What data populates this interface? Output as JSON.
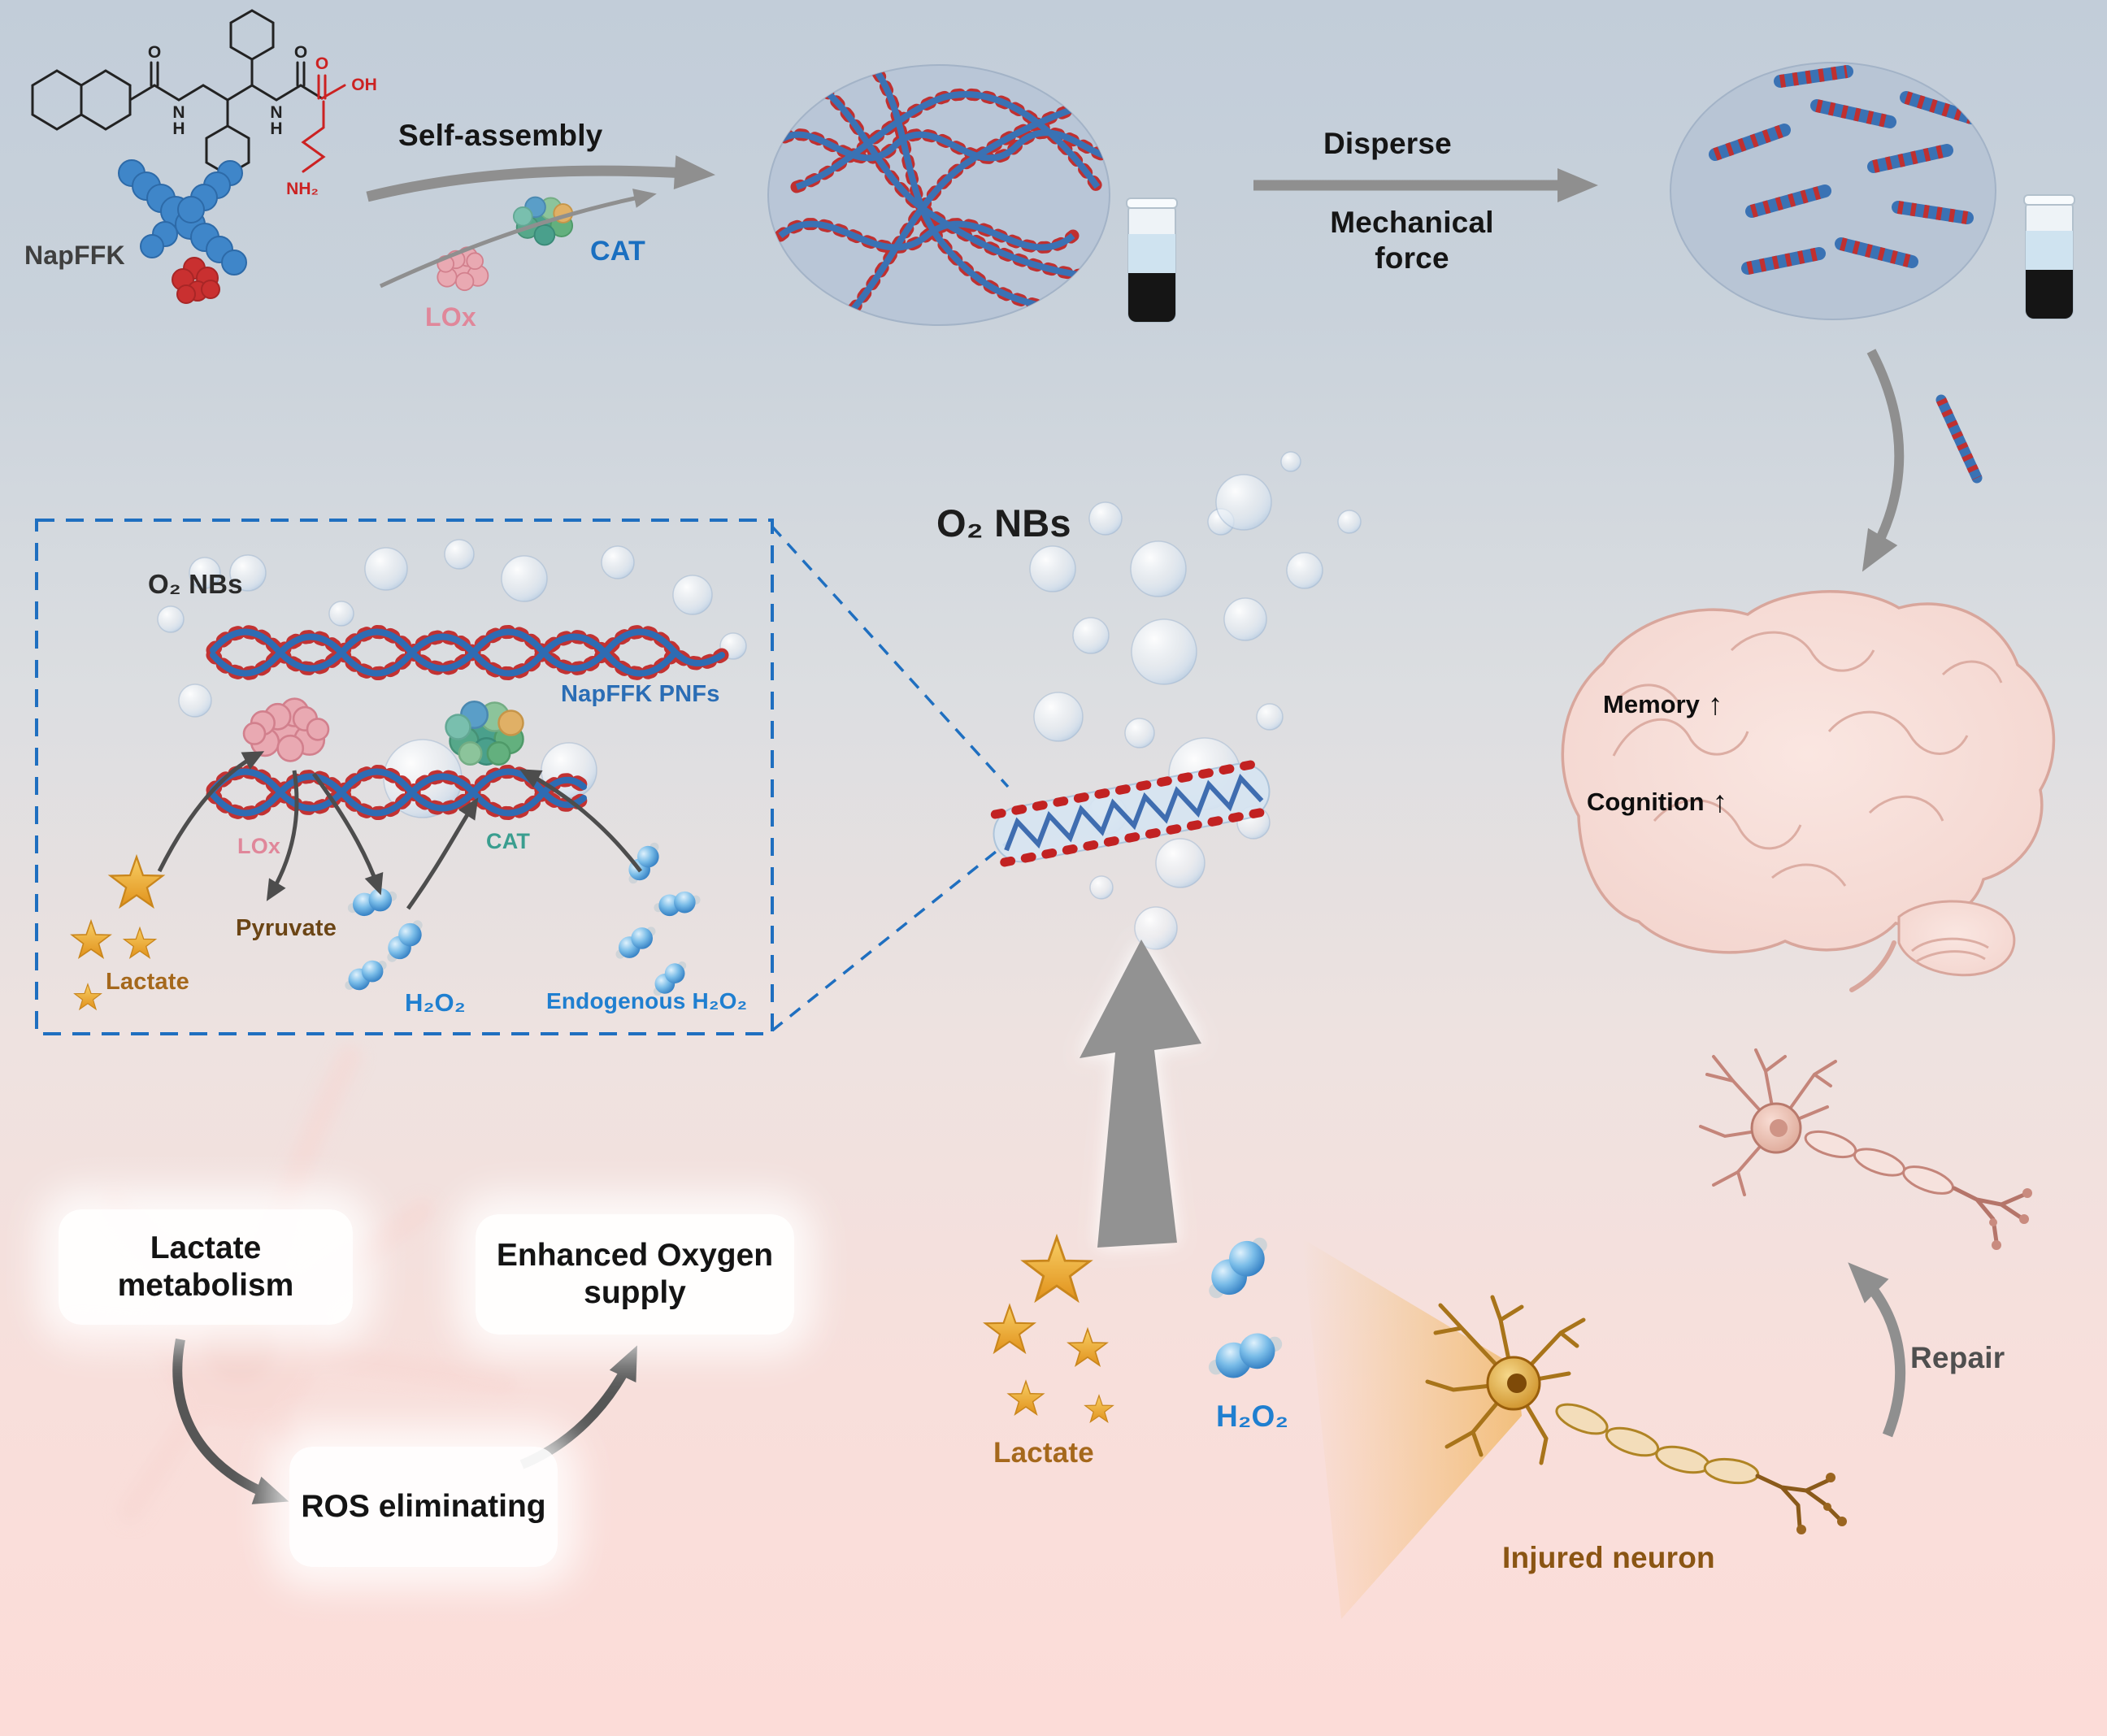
{
  "colors": {
    "accent_blue": "#1f6fc0",
    "lox_pink": "#e0879a",
    "cat_blue": "#1a6fc0",
    "cat_teal": "#3a9e8f",
    "lactate_brown": "#a5681c",
    "h2o2_blue": "#1f7fd0",
    "injured_brown": "#8a5513"
  },
  "top": {
    "napffk": "NapFFK",
    "self_assembly": "Self-assembly",
    "lox": "LOx",
    "cat": "CAT",
    "disperse": "Disperse",
    "mechanical_force": "Mechanical force"
  },
  "inset": {
    "o2_nbs": "O₂ NBs",
    "napffk_pnfs": "NapFFK PNFs",
    "lox": "LOx",
    "cat": "CAT",
    "lactate": "Lactate",
    "pyruvate": "Pyruvate",
    "h2o2": "H₂O₂",
    "endogenous_h2o2": "Endogenous H₂O₂"
  },
  "center": {
    "o2_nbs": "O₂ NBs",
    "lactate": "Lactate",
    "h2o2": "H₂O₂"
  },
  "brain": {
    "memory": "Memory",
    "cognition": "Cognition",
    "up_arrow": "↑"
  },
  "neuron": {
    "repair": "Repair",
    "injured": "Injured neuron"
  },
  "cycle": {
    "lactate_metabolism": "Lactate metabolism",
    "enhanced_oxygen": "Enhanced Oxygen supply",
    "ros_eliminating": "ROS eliminating"
  }
}
